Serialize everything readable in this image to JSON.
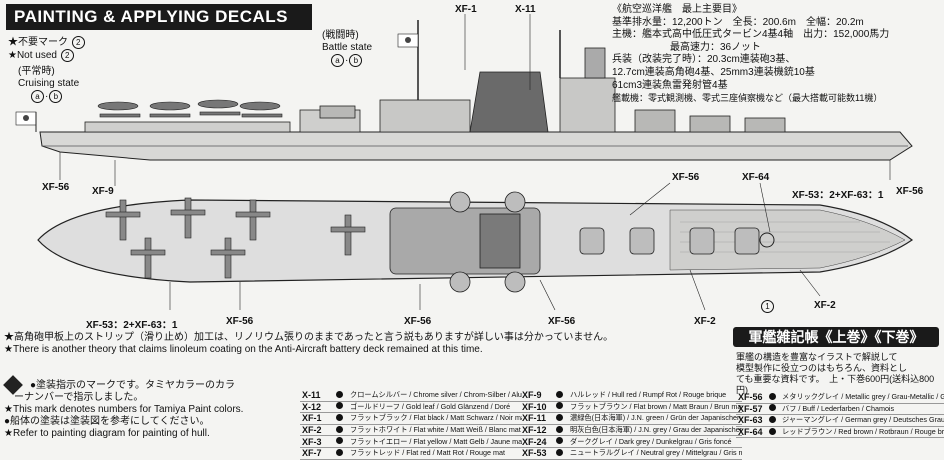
{
  "header": {
    "title": "PAINTING & APPLYING DECALS"
  },
  "legend": {
    "not_used_ja": "★不要マーク",
    "not_used_num": "2",
    "not_used_en": "★Not used",
    "cruising_ja": "(平常時)",
    "cruising_en": "Cruising state",
    "battle_ja": "(戦闘時)",
    "battle_en": "Battle state",
    "opt_a": "a",
    "opt_b": "b"
  },
  "callouts": {
    "xf1": "XF-1",
    "x11": "X-11",
    "xf56_left": "XF-56",
    "xf9": "XF-9",
    "xf56_mid": "XF-56",
    "xf64": "XF-64",
    "xf53_63_right": "XF-53：2+XF-63：1",
    "xf56_right": "XF-56",
    "xf53_63_left": "XF-53：2+XF-63：1",
    "xf56_b1": "XF-56",
    "xf56_b2": "XF-56",
    "xf56_b3": "XF-56",
    "xf2_b": "XF-2",
    "xf2_r": "XF-2",
    "decal_num": "1"
  },
  "specs": {
    "title": "《航空巡洋艦　最上主要目》",
    "line1": "基準排水量：12,200トン　全長：200.6m　全幅：20.2m",
    "line2": "主機：艦本式高中低圧式タービン4基4軸　出力：152,000馬力",
    "line3": "最高速力：36ノット",
    "line4": "兵装（改装完了時）：20.3cm連装砲3基、",
    "line5": "12.7cm連装高角砲4基、25mm3連装機銃10基",
    "line6": "61cm3連装魚雷発射管4基",
    "line7": "艦載機：零式観測機、零式三座偵察機など（最大搭載可能数11機）"
  },
  "notes": {
    "strip_ja": "★高角砲甲板上のストリップ（滑り止め）加工は、リノリウム張りのままであったと言う説もありますが詳しい事は分かっていません。",
    "strip_en": "★There is another theory that claims linoleum coating on the Anti-Aircraft battery deck remained at this time.",
    "mark_ja_1": "●塗装指示のマークです。タミヤカラーのカラ",
    "mark_ja_2": "ーナンバーで指示しました。",
    "mark_en": "★This mark denotes numbers for Tamiya Paint colors.",
    "hull_ja": "●船体の塗装は塗装図を参考にしてください。",
    "hull_en": "★Refer to painting diagram for painting of hull."
  },
  "book": {
    "heading": "軍艦雑記帳《上巻》《下巻》",
    "p1": "軍艦の構造を豊富なイラストで解説して",
    "p2": "模型製作に役立つのはもちろん、資料とし",
    "p3": "ても重要な資料です。　上・下巻600円(送料込800円)"
  },
  "paint_col1": [
    {
      "code": "X-11",
      "name": "クロームシルバー / Chrome silver / Chrom-Silber / Aluminium chromé"
    },
    {
      "code": "X-12",
      "name": "ゴールドリーフ / Gold leaf / Gold Glänzend / Doré"
    },
    {
      "code": "XF-1",
      "name": "フラットブラック / Flat black / Matt Schwarz / Noir mat"
    },
    {
      "code": "XF-2",
      "name": "フラットホワイト / Flat white / Matt Weiß / Blanc mat"
    },
    {
      "code": "XF-3",
      "name": "フラットイエロー / Flat yellow / Matt Gelb / Jaune mat"
    },
    {
      "code": "XF-7",
      "name": "フラットレッド / Flat red / Matt Rot / Rouge mat"
    }
  ],
  "paint_col2": [
    {
      "code": "XF-9",
      "name": "ハルレッド / Hull red / Rumpf Rot / Rouge brique"
    },
    {
      "code": "XF-10",
      "name": "フラットブラウン / Flat brown / Matt Braun / Brun mat"
    },
    {
      "code": "XF-11",
      "name": "濃緑色(日本海軍) / J.N. green / Grün der Japanischen Marine / Vert Aéronavale Japonaise"
    },
    {
      "code": "XF-12",
      "name": "明灰白色(日本海軍) / J.N. grey / Grau der Japanischen Marine / Gris Aéronavale Japonaise"
    },
    {
      "code": "XF-24",
      "name": "ダークグレイ / Dark grey / Dunkelgrau / Gris foncé"
    },
    {
      "code": "XF-53",
      "name": "ニュートラルグレイ / Neutral grey / Mittelgrau / Gris neutre"
    }
  ],
  "paint_col3": [
    {
      "code": "XF-56",
      "name": "メタリックグレイ / Metallic grey / Grau-Metallic / Gris métallisé"
    },
    {
      "code": "XF-57",
      "name": "バフ / Buff / Lederfarben / Chamois"
    },
    {
      "code": "XF-63",
      "name": "ジャーマングレイ / German grey / Deutsches Grau / Gris Panzer"
    },
    {
      "code": "XF-64",
      "name": "レッドブラウン / Red brown / Rotbraun / Rouge brun"
    }
  ]
}
